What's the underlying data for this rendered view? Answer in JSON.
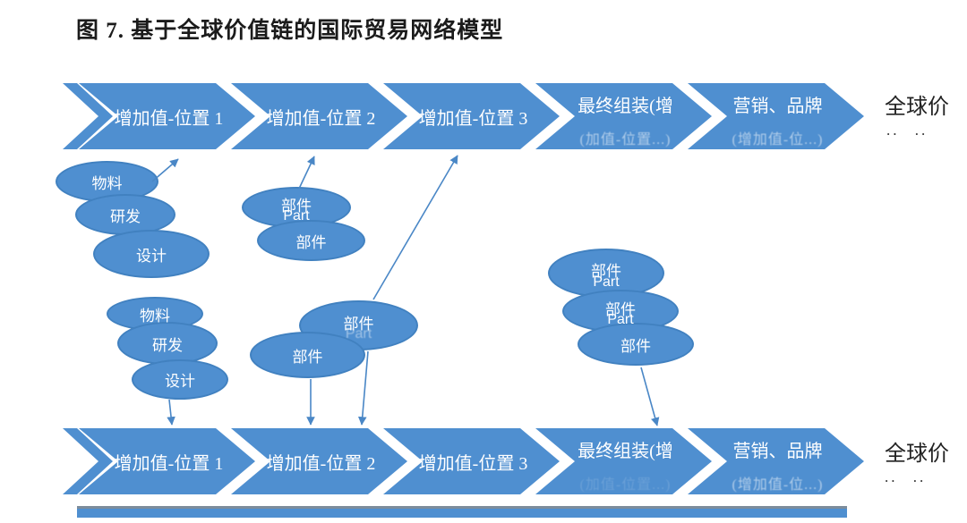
{
  "title": "图 7. 基于全球价值链的国际贸易网络模型",
  "colors": {
    "shape_blue": "#4f8fd0",
    "shape_border": "#4181c0",
    "arrow_blue": "#4a87c6",
    "text_dark": "#1b1b1b"
  },
  "rows": {
    "top": {
      "chevrons": [
        {
          "line1": "增加值-位置 1"
        },
        {
          "line1": "增加值-位置 2"
        },
        {
          "line1": "增加值-位置 3"
        },
        {
          "line1": "最终组装(增",
          "line2": "(加值-位置...)"
        },
        {
          "line1": "营销、品牌",
          "line2": "(增加值-位...)"
        }
      ],
      "end_label": "全球价",
      "end_dots": ".. .."
    },
    "bottom": {
      "chevrons": [
        {
          "line1": "增加值-位置 1"
        },
        {
          "line1": "增加值-位置 2"
        },
        {
          "line1": "增加值-位置 3"
        },
        {
          "line1": "最终组装(增",
          "line2": "(加值-位置...)"
        },
        {
          "line1": "营销、品牌",
          "line2": "(增加值-位...)"
        }
      ],
      "end_label": "全球价",
      "end_dots": ".. .."
    }
  },
  "ellipses": {
    "top_left": [
      {
        "label": "物料"
      },
      {
        "label": "研发"
      },
      {
        "label": "设计"
      }
    ],
    "top_middle": [
      {
        "label": "部件",
        "sublabel": "Part"
      },
      {
        "label": "部件"
      }
    ],
    "middle": [
      {
        "label": "部件",
        "sublabel": "Part"
      },
      {
        "label": "部件"
      }
    ],
    "right": [
      {
        "label": "部件",
        "sublabel": "Part"
      },
      {
        "label": "部件",
        "sublabel": "Part"
      },
      {
        "label": "部件"
      }
    ],
    "bottom_left": [
      {
        "label": "物料"
      },
      {
        "label": "研发"
      },
      {
        "label": "设计"
      }
    ]
  }
}
